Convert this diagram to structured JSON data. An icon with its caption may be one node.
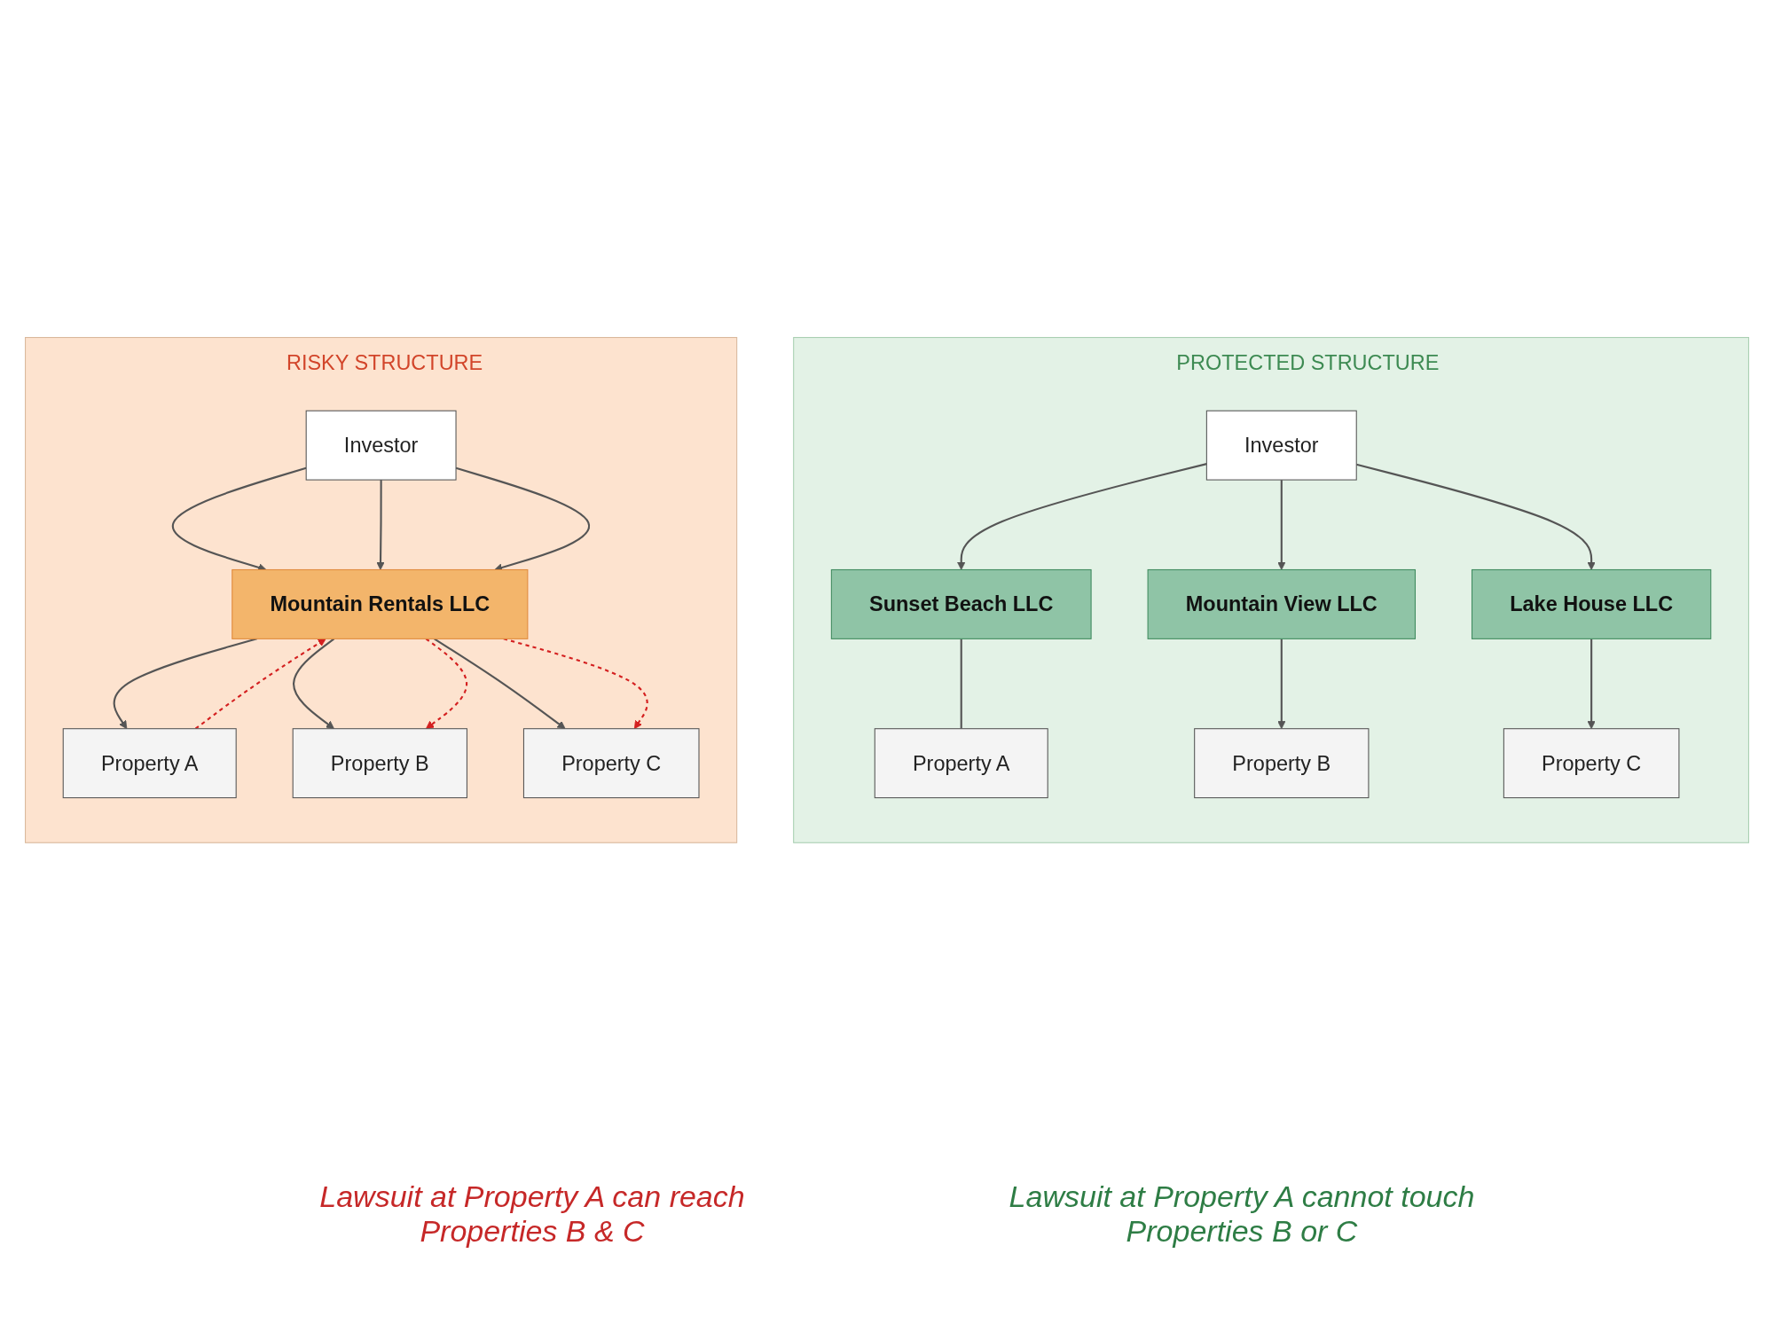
{
  "diagram": {
    "nodes": [
      {
        "text": [
          "RISKY STRUCTURE"
        ]
      },
      {
        "text": [
          "Investor"
        ],
        "in": 0
      },
      {
        "text": [
          "Mountain Rentals LLC"
        ],
        "in": 0
      },
      {
        "text": [
          "Property A"
        ],
        "in": 0
      },
      {
        "text": [
          "Property B"
        ],
        "in": 0
      },
      {
        "text": [
          "Property C"
        ],
        "in": 0
      },
      {
        "text": [
          "PROTECTED STRUCTURE"
        ]
      },
      {
        "text": [
          "Investor"
        ],
        "in": 6
      },
      {
        "text": [
          "Sunset Beach LLC"
        ],
        "in": 6
      },
      {
        "text": [
          "Mountain View LLC"
        ],
        "in": 6
      },
      {
        "text": [
          "Lake House LLC"
        ],
        "in": 6
      },
      {
        "text": [
          "Property A"
        ],
        "in": 6
      },
      {
        "text": [
          "Property B"
        ],
        "in": 6
      },
      {
        "text": [
          "Property C"
        ],
        "in": 6
      }
    ],
    "edges": [
      {
        "from": 1,
        "to": 2,
        "arrow": "to"
      },
      {
        "from": 1,
        "to": 2,
        "arrow": "to"
      },
      {
        "from": 1,
        "to": 2,
        "arrow": "to"
      },
      {
        "from": 2,
        "to": 3,
        "arrow": "to"
      },
      {
        "from": 2,
        "to": 4,
        "arrow": "to"
      },
      {
        "from": 2,
        "to": 5,
        "arrow": "to"
      },
      {
        "from": 3,
        "to": 2,
        "arrow": "to",
        "style": "dashed",
        "color": "#d42020"
      },
      {
        "from": 2,
        "to": 4,
        "arrow": "to",
        "style": "dashed",
        "color": "#d42020"
      },
      {
        "from": 2,
        "to": 5,
        "arrow": "to",
        "style": "dashed",
        "color": "#d42020"
      },
      {
        "from": 7,
        "to": 8,
        "arrow": "to"
      },
      {
        "from": 7,
        "to": 9,
        "arrow": "to"
      },
      {
        "from": 7,
        "to": 10,
        "arrow": "to"
      },
      {
        "from": 8,
        "to": 11,
        "arrow": "none"
      },
      {
        "from": 9,
        "to": 12,
        "arrow": "to"
      },
      {
        "from": 10,
        "to": 13,
        "arrow": "to"
      }
    ],
    "labels": [
      "Lawsuit at Property A can reach Properties B & C",
      "Lawsuit at Property A cannot touch Properties B or C"
    ]
  }
}
